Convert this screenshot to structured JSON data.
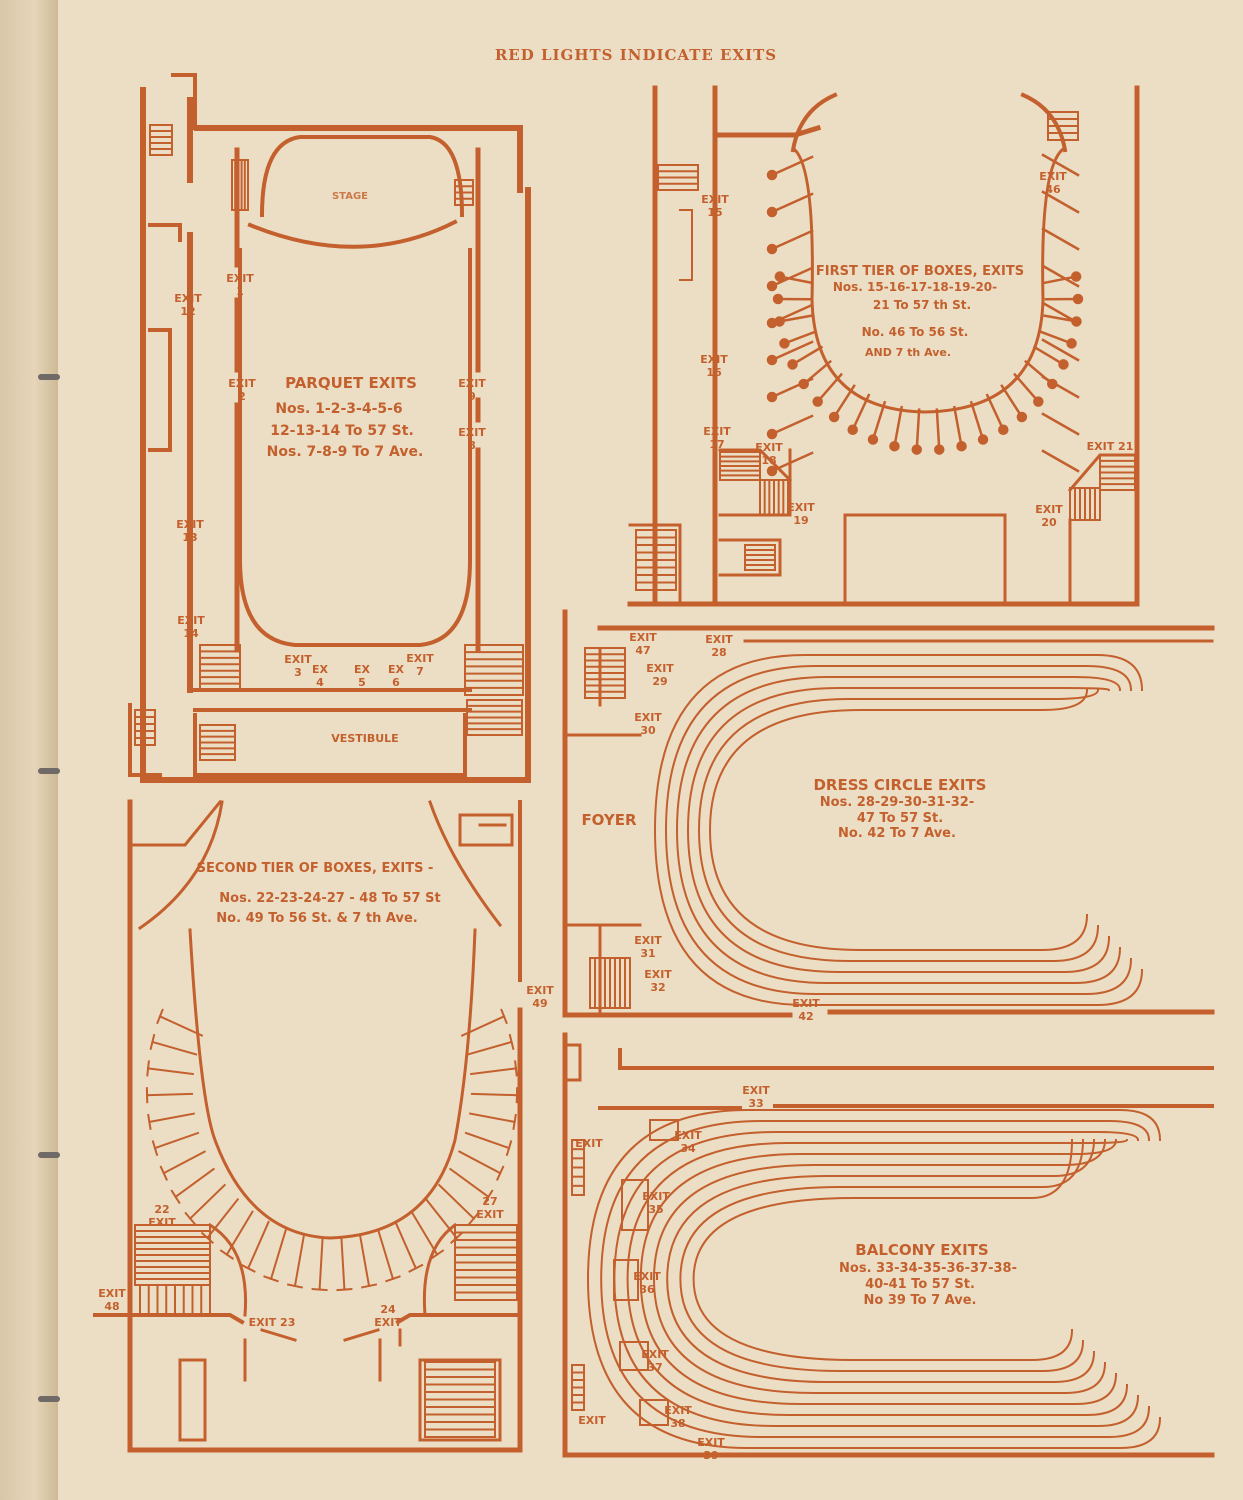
{
  "header": {
    "title": "RED LIGHTS INDICATE EXITS"
  },
  "colors": {
    "ink": "#c3602d",
    "paper": "#ecdec5"
  },
  "parquet": {
    "heading": "PARQUET EXITS",
    "lines": [
      "Nos. 1-2-3-4-5-6",
      "12-13-14 To 57 St.",
      "Nos. 7-8-9 To 7 Ave."
    ],
    "stage_label": "STAGE",
    "vestibule_label": "VESTIBULE",
    "exits": [
      [
        "EXIT",
        "1"
      ],
      [
        "EXIT",
        "12"
      ],
      [
        "EXIT",
        "2"
      ],
      [
        "EXIT",
        "9"
      ],
      [
        "EXIT",
        "8"
      ],
      [
        "EXIT",
        "13"
      ],
      [
        "EXIT",
        "14"
      ],
      [
        "EXIT",
        "3"
      ],
      [
        "EX",
        "4"
      ],
      [
        "EX",
        "5"
      ],
      [
        "EX",
        "6"
      ],
      [
        "EXIT",
        "7"
      ]
    ]
  },
  "first_tier": {
    "heading": "FIRST TIER OF BOXES, EXITS",
    "lines": [
      "Nos. 15-16-17-18-19-20-",
      "21 To 57 th St.",
      "No. 46 To 56 St.",
      "AND 7 th Ave."
    ],
    "exits": [
      [
        "EXIT",
        "15"
      ],
      [
        "EXIT",
        "16"
      ],
      [
        "EXIT",
        "17"
      ],
      [
        "EXIT",
        "18"
      ],
      [
        "EXIT",
        "19"
      ],
      [
        "EXIT",
        "46"
      ],
      [
        "EXIT 21",
        ""
      ],
      [
        "EXIT",
        "20"
      ]
    ]
  },
  "dress_circle": {
    "heading": "DRESS CIRCLE EXITS",
    "lines": [
      "Nos. 28-29-30-31-32-",
      "47 To 57 St.",
      "No. 42 To 7 Ave."
    ],
    "foyer_label": "FOYER",
    "exits": [
      [
        "EXIT",
        "47"
      ],
      [
        "EXIT",
        "28"
      ],
      [
        "EXIT",
        "29"
      ],
      [
        "EXIT",
        "30"
      ],
      [
        "EXIT",
        "31"
      ],
      [
        "EXIT",
        "32"
      ],
      [
        "EXIT",
        "42"
      ]
    ]
  },
  "second_tier": {
    "heading": "SECOND TIER OF BOXES, EXITS -",
    "lines": [
      "Nos. 22-23-24-27 - 48 To 57 St",
      "No. 49 To 56 St. & 7 th Ave."
    ],
    "exits": [
      [
        "EXIT",
        "49"
      ],
      [
        "22",
        "EXIT"
      ],
      [
        "27",
        "EXIT"
      ],
      [
        "EXIT",
        "48"
      ],
      [
        "EXIT 23",
        ""
      ],
      [
        "24",
        "EXIT"
      ]
    ]
  },
  "balcony": {
    "heading": "BALCONY EXITS",
    "lines": [
      "Nos. 33-34-35-36-37-38-",
      "40-41 To 57 St.",
      "No 39 To 7 Ave."
    ],
    "exits": [
      [
        "EXIT",
        "33"
      ],
      [
        "EXIT",
        ""
      ],
      [
        "EXIT",
        "34"
      ],
      [
        "EXIT",
        "35"
      ],
      [
        "EXIT",
        "36"
      ],
      [
        "EXIT",
        "37"
      ],
      [
        "EXIT",
        "38"
      ],
      [
        "EXIT",
        ""
      ],
      [
        "EXIT",
        "39"
      ]
    ]
  }
}
